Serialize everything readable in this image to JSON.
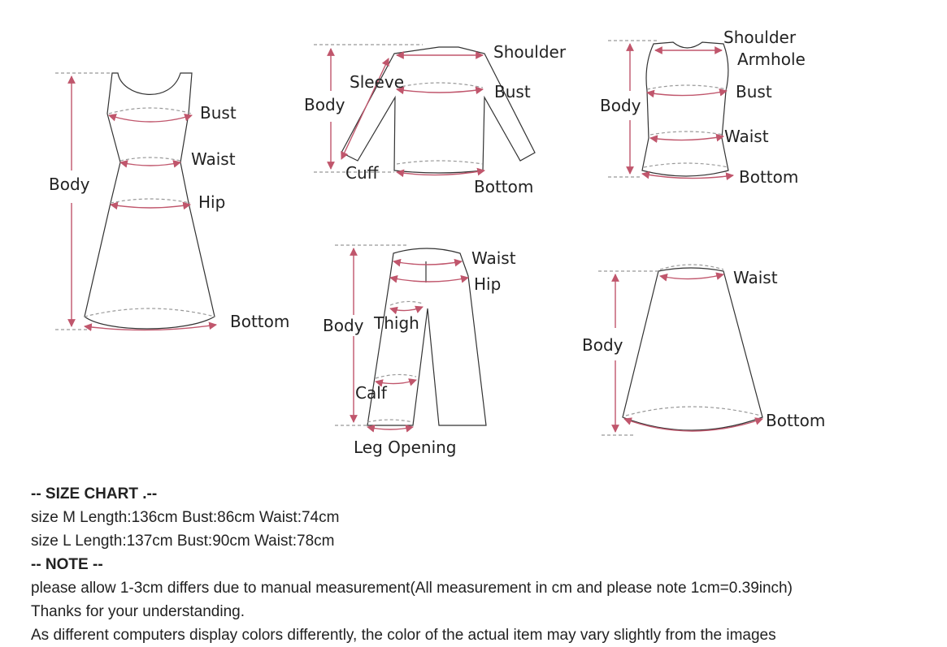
{
  "diagram": {
    "dress": {
      "body": "Body",
      "bust": "Bust",
      "waist": "Waist",
      "hip": "Hip",
      "bottom": "Bottom"
    },
    "top": {
      "body": "Body",
      "sleeve": "Sleeve",
      "shoulder": "Shoulder",
      "bust": "Bust",
      "cuff": "Cuff",
      "bottom": "Bottom"
    },
    "vest": {
      "shoulder": "Shoulder",
      "armhole": "Armhole",
      "body": "Body",
      "bust": "Bust",
      "waist": "Waist",
      "bottom": "Bottom"
    },
    "pants": {
      "waist": "Waist",
      "hip": "Hip",
      "body": "Body",
      "thigh": "Thigh",
      "calf": "Calf",
      "leg_opening": "Leg Opening"
    },
    "skirt": {
      "waist": "Waist",
      "body": "Body",
      "bottom": "Bottom"
    }
  },
  "text": {
    "size_chart_heading": "-- SIZE CHART .--",
    "size_m": "size M Length:136cm Bust:86cm Waist:74cm",
    "size_l": "size L Length:137cm Bust:90cm Waist:78cm",
    "note_heading": "-- NOTE --",
    "note_1": "please allow 1-3cm differs due to manual measurement(All measurement in cm and please note 1cm=0.39inch)",
    "note_2": "Thanks for your understanding.",
    "note_3": "As different computers display colors differently, the color of the actual item may vary slightly from the images"
  }
}
